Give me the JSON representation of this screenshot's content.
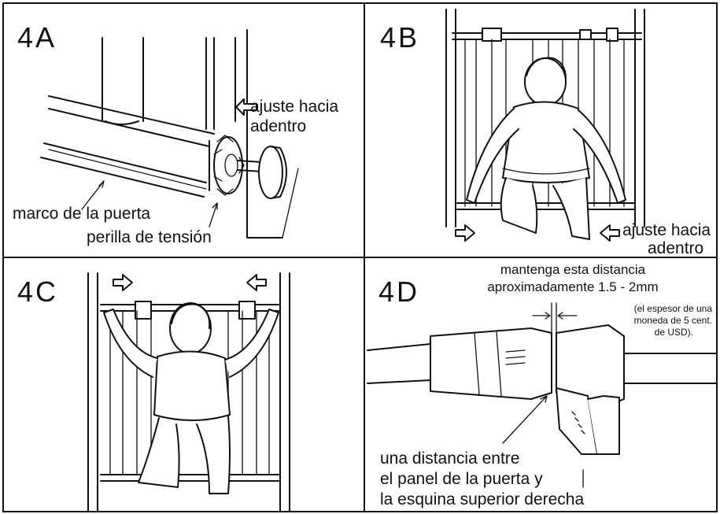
{
  "panels": {
    "a": {
      "step": "4A",
      "arrow_label_line1": "ajuste hacia",
      "arrow_label_line2": "adentro",
      "frame_label": "marco de la puerta",
      "knob_label": "perilla de tensión"
    },
    "b": {
      "step": "4B",
      "arrow_label_line1": "ajuste hacia",
      "arrow_label_line2": "adentro"
    },
    "c": {
      "step": "4C"
    },
    "d": {
      "step": "4D",
      "gap_label_line1": "mantenga esta distancia",
      "gap_label_line2": "aproximadamente 1.5 - 2mm",
      "note_line1": "(el espesor de una",
      "note_line2": "moneda de 5 cent.",
      "note_line3": "de USD).",
      "bottom_label_line1": "una distancia entre",
      "bottom_label_line2": "el panel de la puerta y",
      "bottom_label_line3": "la esquina superior derecha"
    }
  },
  "colors": {
    "ink": "#111111",
    "paper": "#ffffff"
  }
}
